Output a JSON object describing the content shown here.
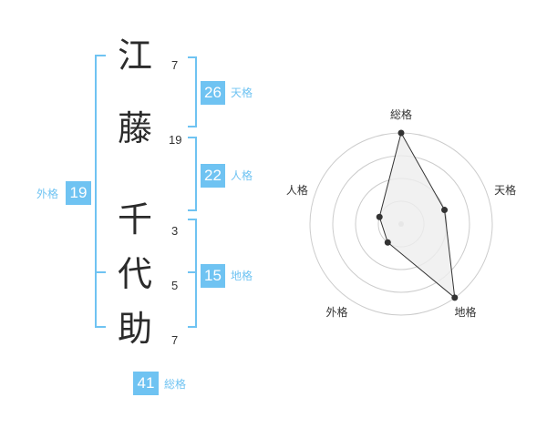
{
  "characters": [
    {
      "char": "江",
      "strokes": "7"
    },
    {
      "char": "藤",
      "strokes": "19"
    },
    {
      "char": "千",
      "strokes": "3"
    },
    {
      "char": "代",
      "strokes": "5"
    },
    {
      "char": "助",
      "strokes": "7"
    }
  ],
  "scores": {
    "tenkaku": {
      "value": "26",
      "label": "天格"
    },
    "jinkaku": {
      "value": "22",
      "label": "人格"
    },
    "chikaku": {
      "value": "15",
      "label": "地格"
    },
    "gaikaku": {
      "value": "19",
      "label": "外格"
    },
    "soukaku": {
      "value": "41",
      "label": "総格"
    }
  },
  "chart_data": {
    "type": "radar",
    "axes": [
      "総格",
      "天格",
      "地格",
      "外格",
      "人格"
    ],
    "values": [
      4,
      2,
      4,
      1,
      1
    ],
    "max": 4,
    "rings": 4,
    "colors": {
      "line": "#333333",
      "fill": "#eeeeee",
      "grid": "#cccccc"
    }
  },
  "colors": {
    "accent": "#6fc3f2",
    "text": "#2b2b2b"
  }
}
